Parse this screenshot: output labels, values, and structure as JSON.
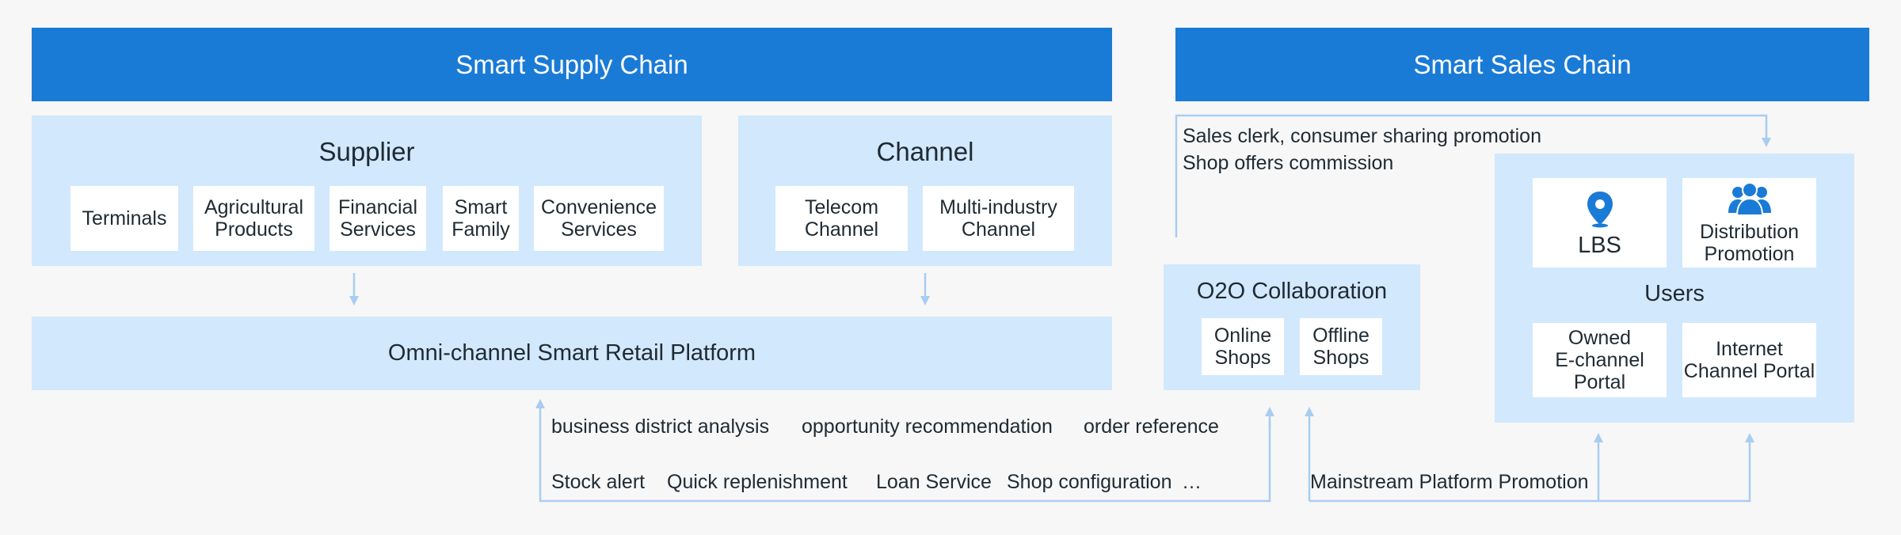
{
  "supply_chain": {
    "header": "Smart Supply Chain",
    "supplier": {
      "title": "Supplier",
      "items": [
        "Terminals",
        "Agricultural\nProducts",
        "Financial\nServices",
        "Smart\nFamily",
        "Convenience\nServices"
      ]
    },
    "channel": {
      "title": "Channel",
      "items": [
        "Telecom\nChannel",
        "Multi-industry\nChannel"
      ]
    },
    "platform": "Omni-channel Smart Retail Platform",
    "services_row1": [
      "business district analysis",
      "opportunity recommendation",
      "order reference"
    ],
    "services_row2": [
      "Stock alert",
      "Quick replenishment",
      "Loan Service",
      "Shop configuration",
      "…"
    ]
  },
  "sales_chain": {
    "header": "Smart Sales Chain",
    "promotion_line1": "Sales clerk, consumer sharing promotion",
    "promotion_line2": "Shop offers commission",
    "o2o": {
      "title": "O2O Collaboration",
      "items": [
        "Online\nShops",
        "Offline\nShops"
      ]
    },
    "users": {
      "title": "Users",
      "lbs": "LBS",
      "distribution": "Distribution\nPromotion",
      "owned": "Owned\nE-channel\nPortal",
      "internet": "Internet\nChannel Portal"
    },
    "mainstream": "Mainstream Platform Promotion"
  },
  "colors": {
    "header_blue": "#1a7bd6",
    "panel_blue": "#d2e8fc",
    "arrow_blue": "#a9cdf0",
    "icon_blue": "#1a7bd6"
  },
  "icons": [
    "location-pin-icon",
    "people-group-icon"
  ]
}
